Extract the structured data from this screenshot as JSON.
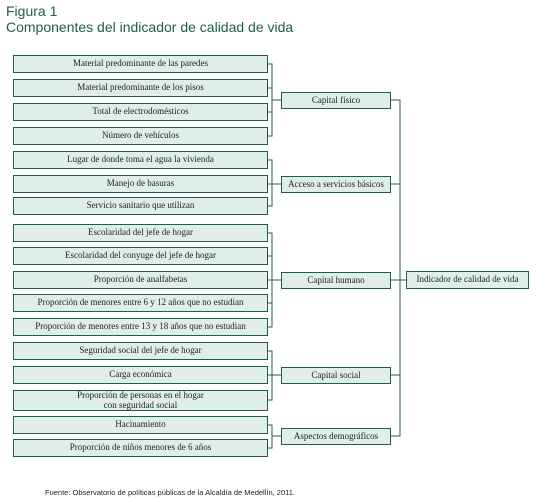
{
  "figure": {
    "label": "Figura 1",
    "title": "Componentes del indicador de calidad de vida"
  },
  "components": [
    "Material predominante de las paredes",
    "Material predominante de los pisos",
    "Total de electrodomésticos",
    "Número de vehículos",
    "Lugar de donde toma el agua la vivienda",
    "Manejo de basuras",
    "Servicio sanitario que utilizan",
    "Escolaridad del jefe de hogar",
    "Escolaridad del conyuge del jefe de hogar",
    "Proporción de analfabetas",
    "Proporción de menores entre 6 y 12 años que no estudian",
    "Proporción de menores entre 13 y 18 años que no estudian",
    "Seguridad social del jefe de hogar",
    "Carga económica",
    "Proporción de personas en el hogar con seguridad social",
    "Hacinamiento",
    "Proporción de niños menores de 6 años"
  ],
  "categories": [
    "Capital físico",
    "Acceso a servicios básicos",
    "Capital humano",
    "Capital social",
    "Aspectos demográficos"
  ],
  "indicator": "Indicador de calidad de vida",
  "source": "Fuente: Observatorio de políticas públicas de la Alcaldía de Medellín, 2011.",
  "colors": {
    "title": "#1f5d4d",
    "box_fill": "#dfeee7",
    "box_border": "#1f5d4d",
    "connector": "#1f5d4d"
  }
}
